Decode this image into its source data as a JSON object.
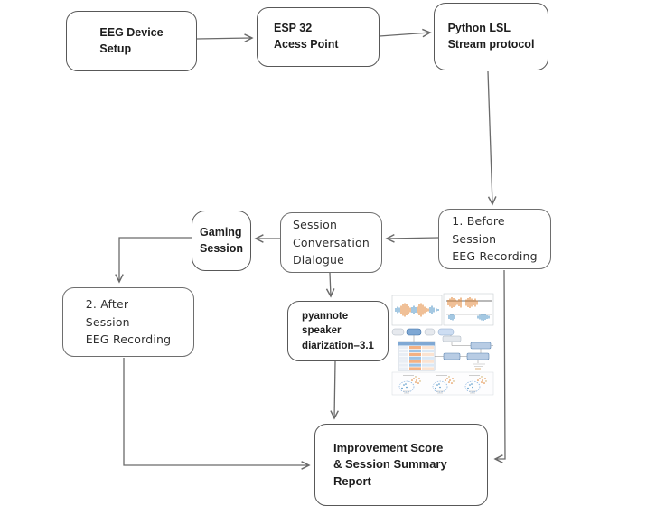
{
  "diagram": {
    "title_hint": "EEG gaming-session pipeline flowchart",
    "nodes": {
      "eeg_device_setup": {
        "label": "EEG Device\nSetup"
      },
      "esp32_access_point": {
        "label": "ESP 32\nAcess Point"
      },
      "python_lsl_stream": {
        "label": "Python LSL\nStream protocol"
      },
      "before_session": {
        "label": "1. Before\nSession\nEEG Recording"
      },
      "session_conversation": {
        "label": "Session\nConversation\nDialogue"
      },
      "gaming_session": {
        "label": "Gaming\nSession"
      },
      "after_session": {
        "label": "2. After\nSession\nEEG Recording"
      },
      "pyannote": {
        "label": "pyannote\nspeaker\ndiarization–3.1"
      },
      "improvement_report": {
        "label": "Improvement Score\n& Session Summary\nReport"
      }
    },
    "edges": [
      {
        "from": "eeg_device_setup",
        "to": "esp32_access_point"
      },
      {
        "from": "esp32_access_point",
        "to": "python_lsl_stream"
      },
      {
        "from": "python_lsl_stream",
        "to": "before_session"
      },
      {
        "from": "before_session",
        "to": "session_conversation"
      },
      {
        "from": "session_conversation",
        "to": "gaming_session"
      },
      {
        "from": "gaming_session",
        "to": "after_session"
      },
      {
        "from": "session_conversation",
        "to": "pyannote"
      },
      {
        "from": "pyannote",
        "to": "improvement_report"
      },
      {
        "from": "before_session",
        "to": "improvement_report"
      },
      {
        "from": "after_session",
        "to": "improvement_report"
      }
    ],
    "icons": {
      "pyannote_pipeline_figure": "pyannote-pipeline-figure"
    },
    "colors": {
      "box_border": "#585858",
      "arrow": "#6a6a6a",
      "bold_text": "#1d1d1d",
      "hand_text": "#2f2f2f",
      "figure_orange": "#e0812f",
      "figure_blue": "#2e75b6",
      "figure_light_blue": "#9dc3e6",
      "figure_light_orange": "#f4b183"
    }
  }
}
